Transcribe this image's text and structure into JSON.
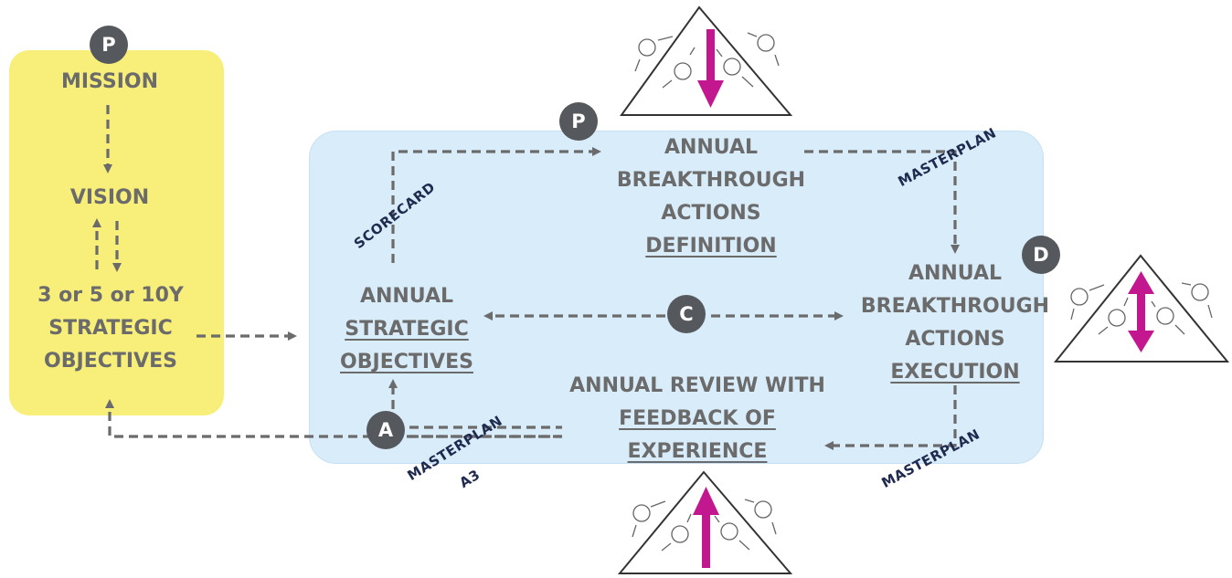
{
  "yellow_box": {
    "badge": "P",
    "mission": "MISSION",
    "vision": "VISION",
    "objectives_line1": "3 or 5 or 10Y",
    "objectives_line2": "STRATEGIC",
    "objectives_line3": "OBJECTIVES"
  },
  "cycle": {
    "annual_objectives": {
      "line1": "ANNUAL",
      "line2": "STRATEGIC",
      "line3": "OBJECTIVES"
    },
    "definition": {
      "badge": "P",
      "line1": "ANNUAL",
      "line2": "BREAKTHROUGH",
      "line3": "ACTIONS",
      "line4": "DEFINITION"
    },
    "execution": {
      "badge": "D",
      "line1": "ANNUAL",
      "line2": "BREAKTHROUGH",
      "line3": "ACTIONS",
      "line4": "EXECUTION"
    },
    "review": {
      "badge": "A",
      "line1": "ANNUAL REVIEW WITH",
      "line2": "FEEDBACK OF",
      "line3": "EXPERIENCE"
    },
    "center_badge": "C"
  },
  "tags": {
    "scorecard": "SCORECARD",
    "masterplan_top": "MASTERPLAN",
    "masterplan_bottom_right": "MASTERPLAN",
    "masterplan_bottom_left": "MASTERPLAN",
    "a3": "A3"
  },
  "colors": {
    "yellow_panel": "#f8ef7a",
    "blue_panel": "#d8ecfa",
    "text_gray": "#6b6b6b",
    "badge_gray": "#55585d",
    "arrow_magenta": "#c3178f",
    "tag_navy": "#1f2a4f"
  },
  "icons": [
    "triangle-down-arrow-icon",
    "triangle-updown-arrow-icon",
    "triangle-up-arrow-icon"
  ]
}
